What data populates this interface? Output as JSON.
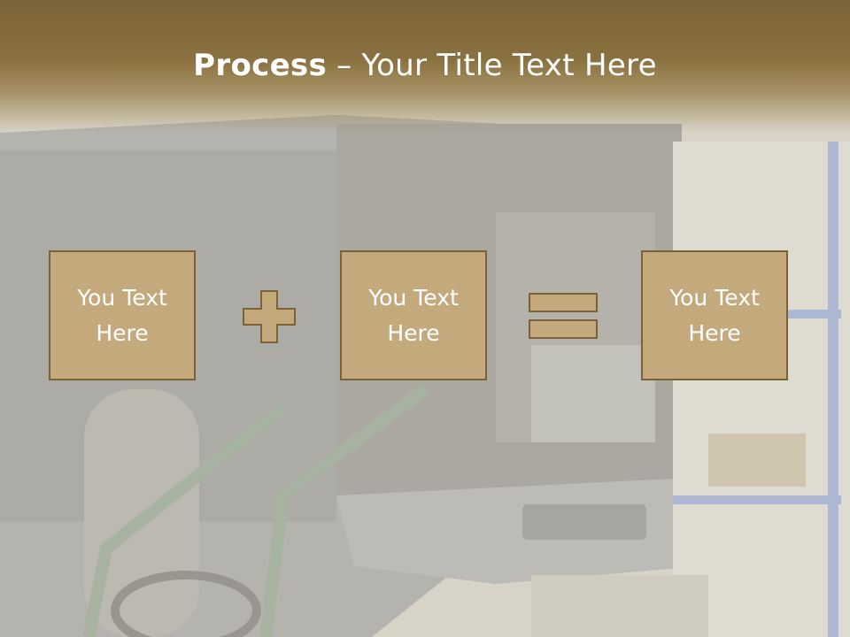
{
  "slide": {
    "title_bold": "Process",
    "title_rest": " – Your Title Text Here",
    "boxes": [
      {
        "line1": "You Text",
        "line2": "Here"
      },
      {
        "line1": "You Text",
        "line2": "Here"
      },
      {
        "line1": "You Text",
        "line2": "Here"
      }
    ],
    "operators": [
      "plus-icon",
      "equals-icon"
    ],
    "colors": {
      "header": "#7a6338",
      "box_fill": "#c3a97c",
      "box_border": "#7a6238",
      "operator_fill": "#c3a97c",
      "text": "#ffffff"
    },
    "background_image": "truck-workshop-photo"
  }
}
